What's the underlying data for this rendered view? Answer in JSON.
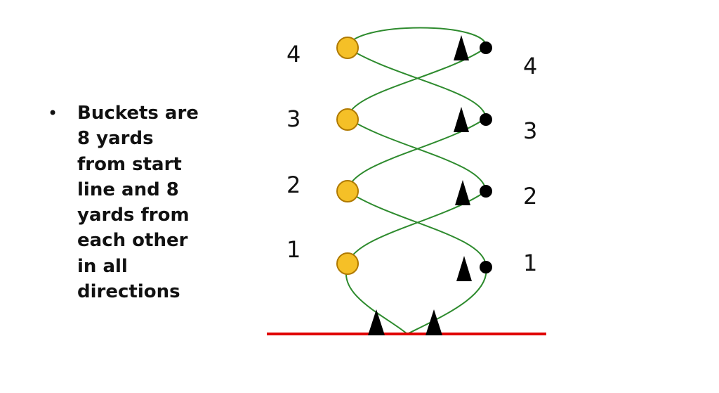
{
  "bullet": {
    "text": "Buckets are\n8 yards\nfrom start\nline and 8\nyards from\neach other\nin all\ndirections"
  },
  "diagram": {
    "left_labels": [
      "4",
      "3",
      "2",
      "1"
    ],
    "right_labels": [
      "4",
      "3",
      "2",
      "1"
    ],
    "colors": {
      "bucket_fill": "#f5c027",
      "bucket_stroke": "#b07a00",
      "path": "#2e8b2e",
      "start_line": "#e00000",
      "cone": "#000000",
      "dot": "#000000"
    }
  }
}
